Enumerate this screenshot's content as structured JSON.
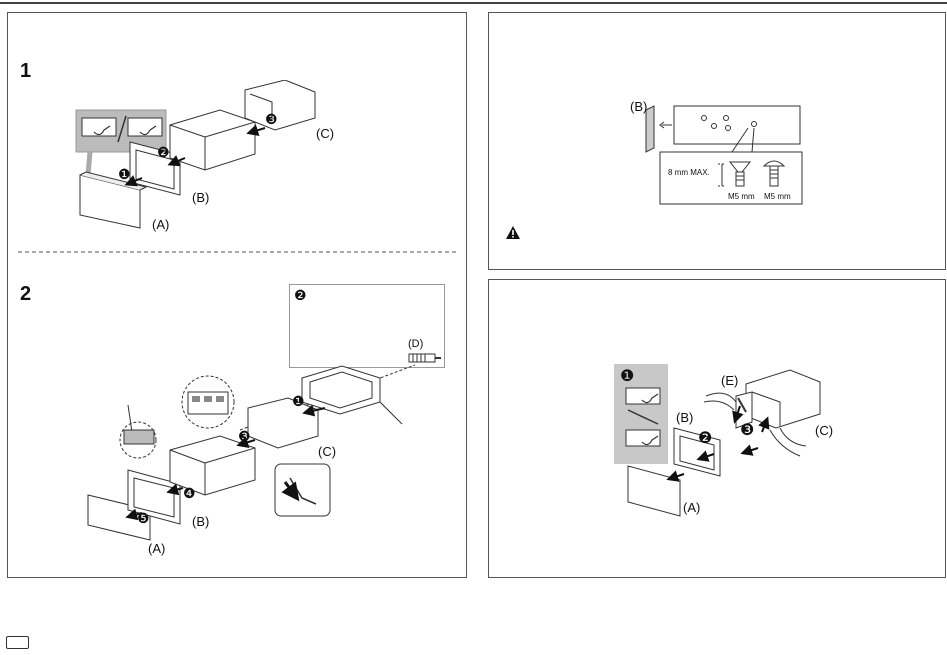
{
  "steps": {
    "step1": "1",
    "step2": "2"
  },
  "labels": {
    "A": "(A)",
    "B": "(B)",
    "C": "(C)",
    "D": "(D)",
    "E": "(E)"
  },
  "markers": {
    "m1": "❶",
    "m2": "❷",
    "m3": "❸",
    "m4": "❹",
    "m5": "❺"
  },
  "screw_detail": {
    "max_depth": "8 mm MAX.",
    "screw_left": "M5 mm",
    "screw_right": "M5 mm"
  },
  "icons": {
    "warning": "warning-icon"
  }
}
